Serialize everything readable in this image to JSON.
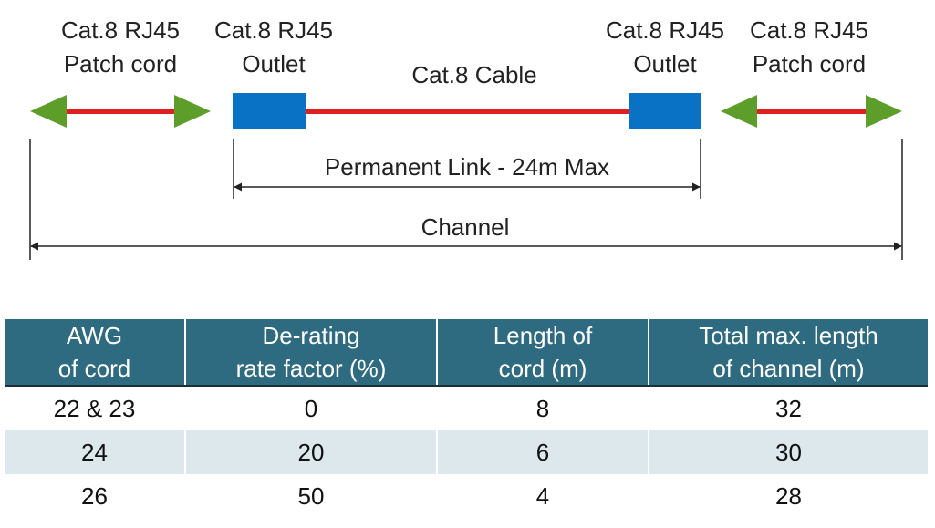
{
  "diagram": {
    "patch_left": {
      "line1": "Cat.8 RJ45",
      "line2": "Patch cord"
    },
    "outlet_left": {
      "line1": "Cat.8 RJ45",
      "line2": "Outlet"
    },
    "cable": "Cat.8 Cable",
    "outlet_right": {
      "line1": "Cat.8 RJ45",
      "line2": "Outlet"
    },
    "patch_right": {
      "line1": "Cat.8 RJ45",
      "line2": "Patch cord"
    },
    "permanent_link": "Permanent Link - 24m Max",
    "channel": "Channel",
    "colors": {
      "cable": "#e02020",
      "outlet": "#0a72c4",
      "arrow": "#5d9e2a",
      "rule": "#222222"
    }
  },
  "table": {
    "headers": [
      {
        "line1": "AWG",
        "line2": "of cord"
      },
      {
        "line1": "De-rating",
        "line2": "rate factor (%)"
      },
      {
        "line1": "Length of",
        "line2": "cord (m)"
      },
      {
        "line1": "Total max. length",
        "line2": "of channel (m)"
      }
    ],
    "rows": [
      [
        "22 & 23",
        "0",
        "8",
        "32"
      ],
      [
        "24",
        "20",
        "6",
        "30"
      ],
      [
        "26",
        "50",
        "4",
        "28"
      ]
    ],
    "colors": {
      "header_bg": "#2f6b80",
      "alt_row_bg": "#dde8ec"
    }
  }
}
